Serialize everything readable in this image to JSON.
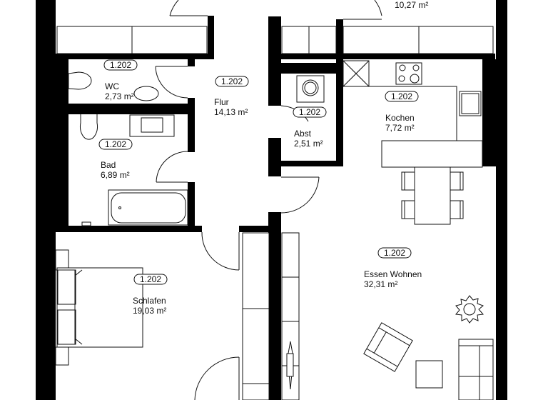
{
  "plan": {
    "top_room": {
      "area": "10,27 m²"
    },
    "rooms": {
      "wc": {
        "tag": "1.202",
        "name": "WC",
        "area": "2,73 m²"
      },
      "flur": {
        "tag": "1.202",
        "name": "Flur",
        "area": "14,13 m²"
      },
      "bad": {
        "tag": "1.202",
        "name": "Bad",
        "area": "6,89 m²"
      },
      "abst": {
        "tag": "1.202",
        "name": "Abst",
        "area": "2,51 m²"
      },
      "kochen": {
        "tag": "1.202",
        "name": "Kochen",
        "area": "7,72 m²"
      },
      "essen_wohnen": {
        "tag": "1.202",
        "name": "Essen Wohnen",
        "area": "32,31 m²"
      },
      "schlafen": {
        "tag": "1.202",
        "name": "Schlafen",
        "area": "19,03 m²"
      }
    }
  }
}
